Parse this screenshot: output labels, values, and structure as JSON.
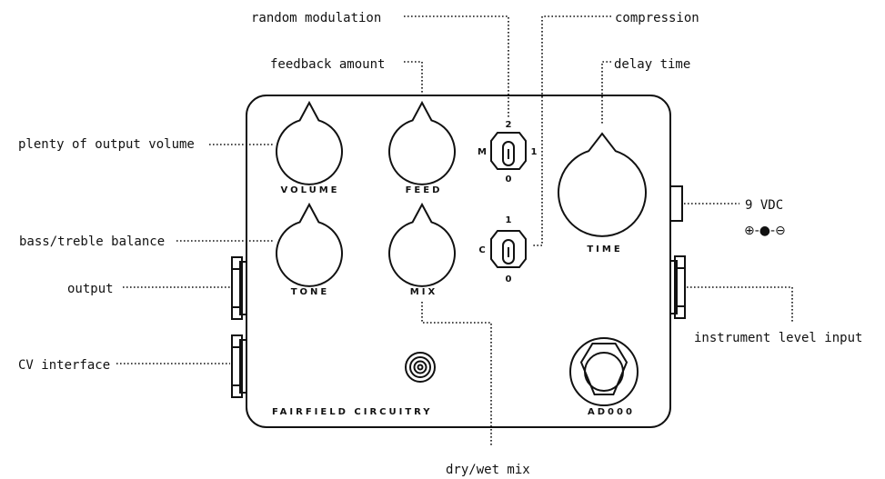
{
  "labels": {
    "random_modulation": "random modulation",
    "compression": "compression",
    "feedback_amount": "feedback amount",
    "delay_time": "delay time",
    "output_volume": "plenty of output volume",
    "bass_treble": "bass/treble balance",
    "output": "output",
    "cv_interface": "CV interface",
    "power": "9 VDC",
    "instrument_input": "instrument level input",
    "dry_wet": "dry/wet mix"
  },
  "knobs": {
    "volume": "VOLUME",
    "feed": "FEED",
    "tone": "TONE",
    "mix": "MIX",
    "time": "TIME"
  },
  "toggle_top": {
    "top": "2",
    "left": "M",
    "right": "1",
    "bottom": "0"
  },
  "toggle_bottom": {
    "top": "1",
    "left": "C",
    "bottom": "0"
  },
  "brand": "FAIRFIELD CIRCUITRY",
  "model": "AD000",
  "polarity_symbol": "⊕-●-⊖"
}
